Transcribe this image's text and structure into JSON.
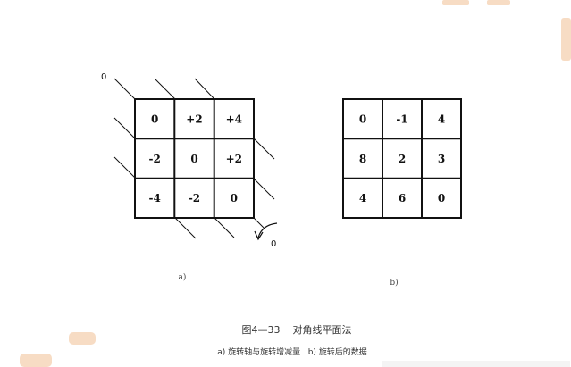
{
  "left_matrix": {
    "cells": [
      [
        "0",
        "+2",
        "+4"
      ],
      [
        "-2",
        "0",
        "+2"
      ],
      [
        "-4",
        "-2",
        "0"
      ]
    ],
    "label": "a)",
    "origin_top": "0",
    "origin_bottom": "0"
  },
  "right_matrix": {
    "cells": [
      [
        "0",
        "-1",
        "4"
      ],
      [
        "8",
        "2",
        "3"
      ],
      [
        "4",
        "6",
        "0"
      ]
    ],
    "label": "b)"
  },
  "caption": {
    "title": "图4—33    对角线平面法",
    "subtitle": "a) 旋转轴与旋转增减量   b) 旋转后的数据"
  },
  "colors": {
    "line": "#111111",
    "watermark": "#f7dcc4"
  }
}
